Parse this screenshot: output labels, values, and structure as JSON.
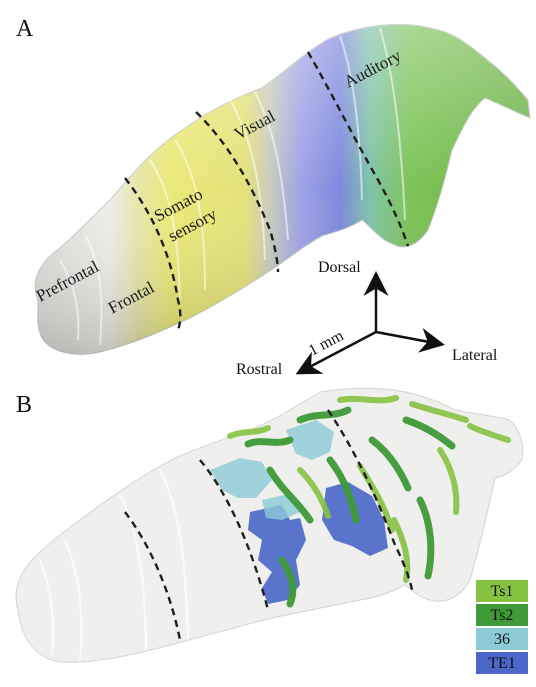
{
  "panels": {
    "a": {
      "letter": "A"
    },
    "b": {
      "letter": "B"
    }
  },
  "regions": {
    "prefrontal": "Prefrontal",
    "frontal": "Frontal",
    "somato_line1": "Somato",
    "somato_line2": "sensory",
    "visual": "Visual",
    "auditory": "Auditory"
  },
  "axes": {
    "dorsal": "Dorsal",
    "lateral": "Lateral",
    "rostral": "Rostral",
    "scale": "1 mm"
  },
  "legend": [
    {
      "label": "Ts1",
      "color": "#86c242"
    },
    {
      "label": "Ts2",
      "color": "#3f9a37"
    },
    {
      "label": "36",
      "color": "#8ccbd6"
    },
    {
      "label": "TE1",
      "color": "#4a67c9"
    }
  ],
  "colors": {
    "prefrontal_frontal": "#e4e4e1",
    "somatosensory": "#e9e77a",
    "visual": "#8f98e0",
    "auditory": "#7dc357"
  }
}
